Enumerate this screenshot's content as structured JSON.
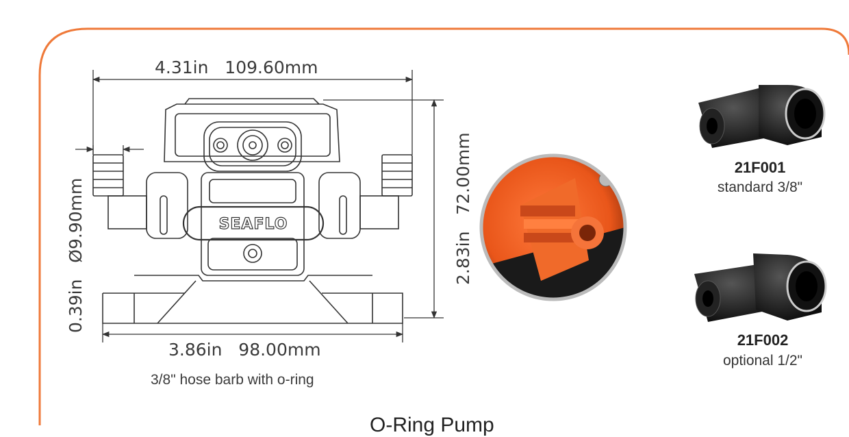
{
  "brand": "SEAFLO",
  "dimensions": {
    "width_top": "4.31in   109.60mm",
    "width_bottom": "3.86in   98.00mm",
    "height_right": "2.83in   72.00mm",
    "barb_left": "0.39in   Ø9.90mm"
  },
  "caption": "3/8\" hose barb with o-ring",
  "footer_partial": "O-Ring Pump",
  "fittings": [
    {
      "code": "21F001",
      "description": "standard 3/8\""
    },
    {
      "code": "21F002",
      "description": "optional 1/2\""
    }
  ],
  "colors": {
    "frame": "#ef7a3a",
    "accent": "#ea5a1c",
    "line": "#3a3a3a"
  }
}
